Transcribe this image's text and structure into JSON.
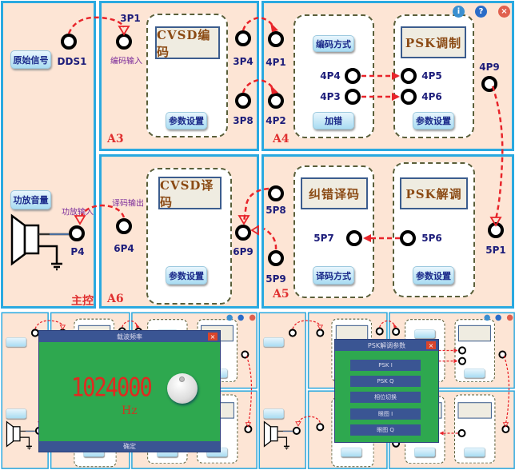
{
  "panels": {
    "main": "主控",
    "a3": "A3",
    "a4": "A4",
    "a5": "A5",
    "a6": "A6"
  },
  "buttons": {
    "source_signal": "原始信号",
    "amp_volume": "功放音量",
    "a3_params": "参数设置",
    "a6_params": "参数设置",
    "encode_mode": "编码方式",
    "add_error": "加错",
    "psk_mod_params": "参数设置",
    "decode_mode": "译码方式",
    "psk_demod_params": "参数设置"
  },
  "modules": {
    "cvsd_encode": "CVSD编码",
    "cvsd_decode": "CVSD译码",
    "psk_mod": "PSK调制",
    "ecc_decode": "纠错译码",
    "psk_demod": "PSK解调"
  },
  "ports": {
    "dds1": "DDS1",
    "p3p1": "3P1",
    "p3p4": "3P4",
    "p3p8": "3P8",
    "p4p1": "4P1",
    "p4p2": "4P2",
    "p4p3": "4P3",
    "p4p4": "4P4",
    "p4p5": "4P5",
    "p4p6": "4P6",
    "p4p9": "4P9",
    "p5p1": "5P1",
    "p5p6": "5P6",
    "p5p7": "5P7",
    "p5p8": "5P8",
    "p5p9": "5P9",
    "p6p4": "6P4",
    "p6p9": "6P9",
    "p4": "P4"
  },
  "sublabels": {
    "encode_input": "编码输入",
    "decode_output": "译码输出",
    "amp_input": "功放输入"
  },
  "icons": {
    "info": "info-icon",
    "help": "help-icon",
    "close": "close-icon",
    "info_glyph": "i",
    "help_glyph": "?",
    "close_glyph": "×"
  },
  "colors": {
    "panel_border": "#2aa9e0",
    "panel_bg": "#fde5d5",
    "wire": "#e8242a",
    "dialog_green": "#2ea84f",
    "dialog_blue": "#3a5593"
  },
  "carrier_dialog": {
    "title": "载波频率",
    "value": "1024000",
    "unit": "Hz",
    "ok": "确定",
    "close": "×"
  },
  "psk_dialog": {
    "title": "PSK解调参数",
    "close": "×",
    "options": [
      "PSK I",
      "PSK Q",
      "相位切换",
      "眼图 I",
      "眼图 Q"
    ]
  }
}
